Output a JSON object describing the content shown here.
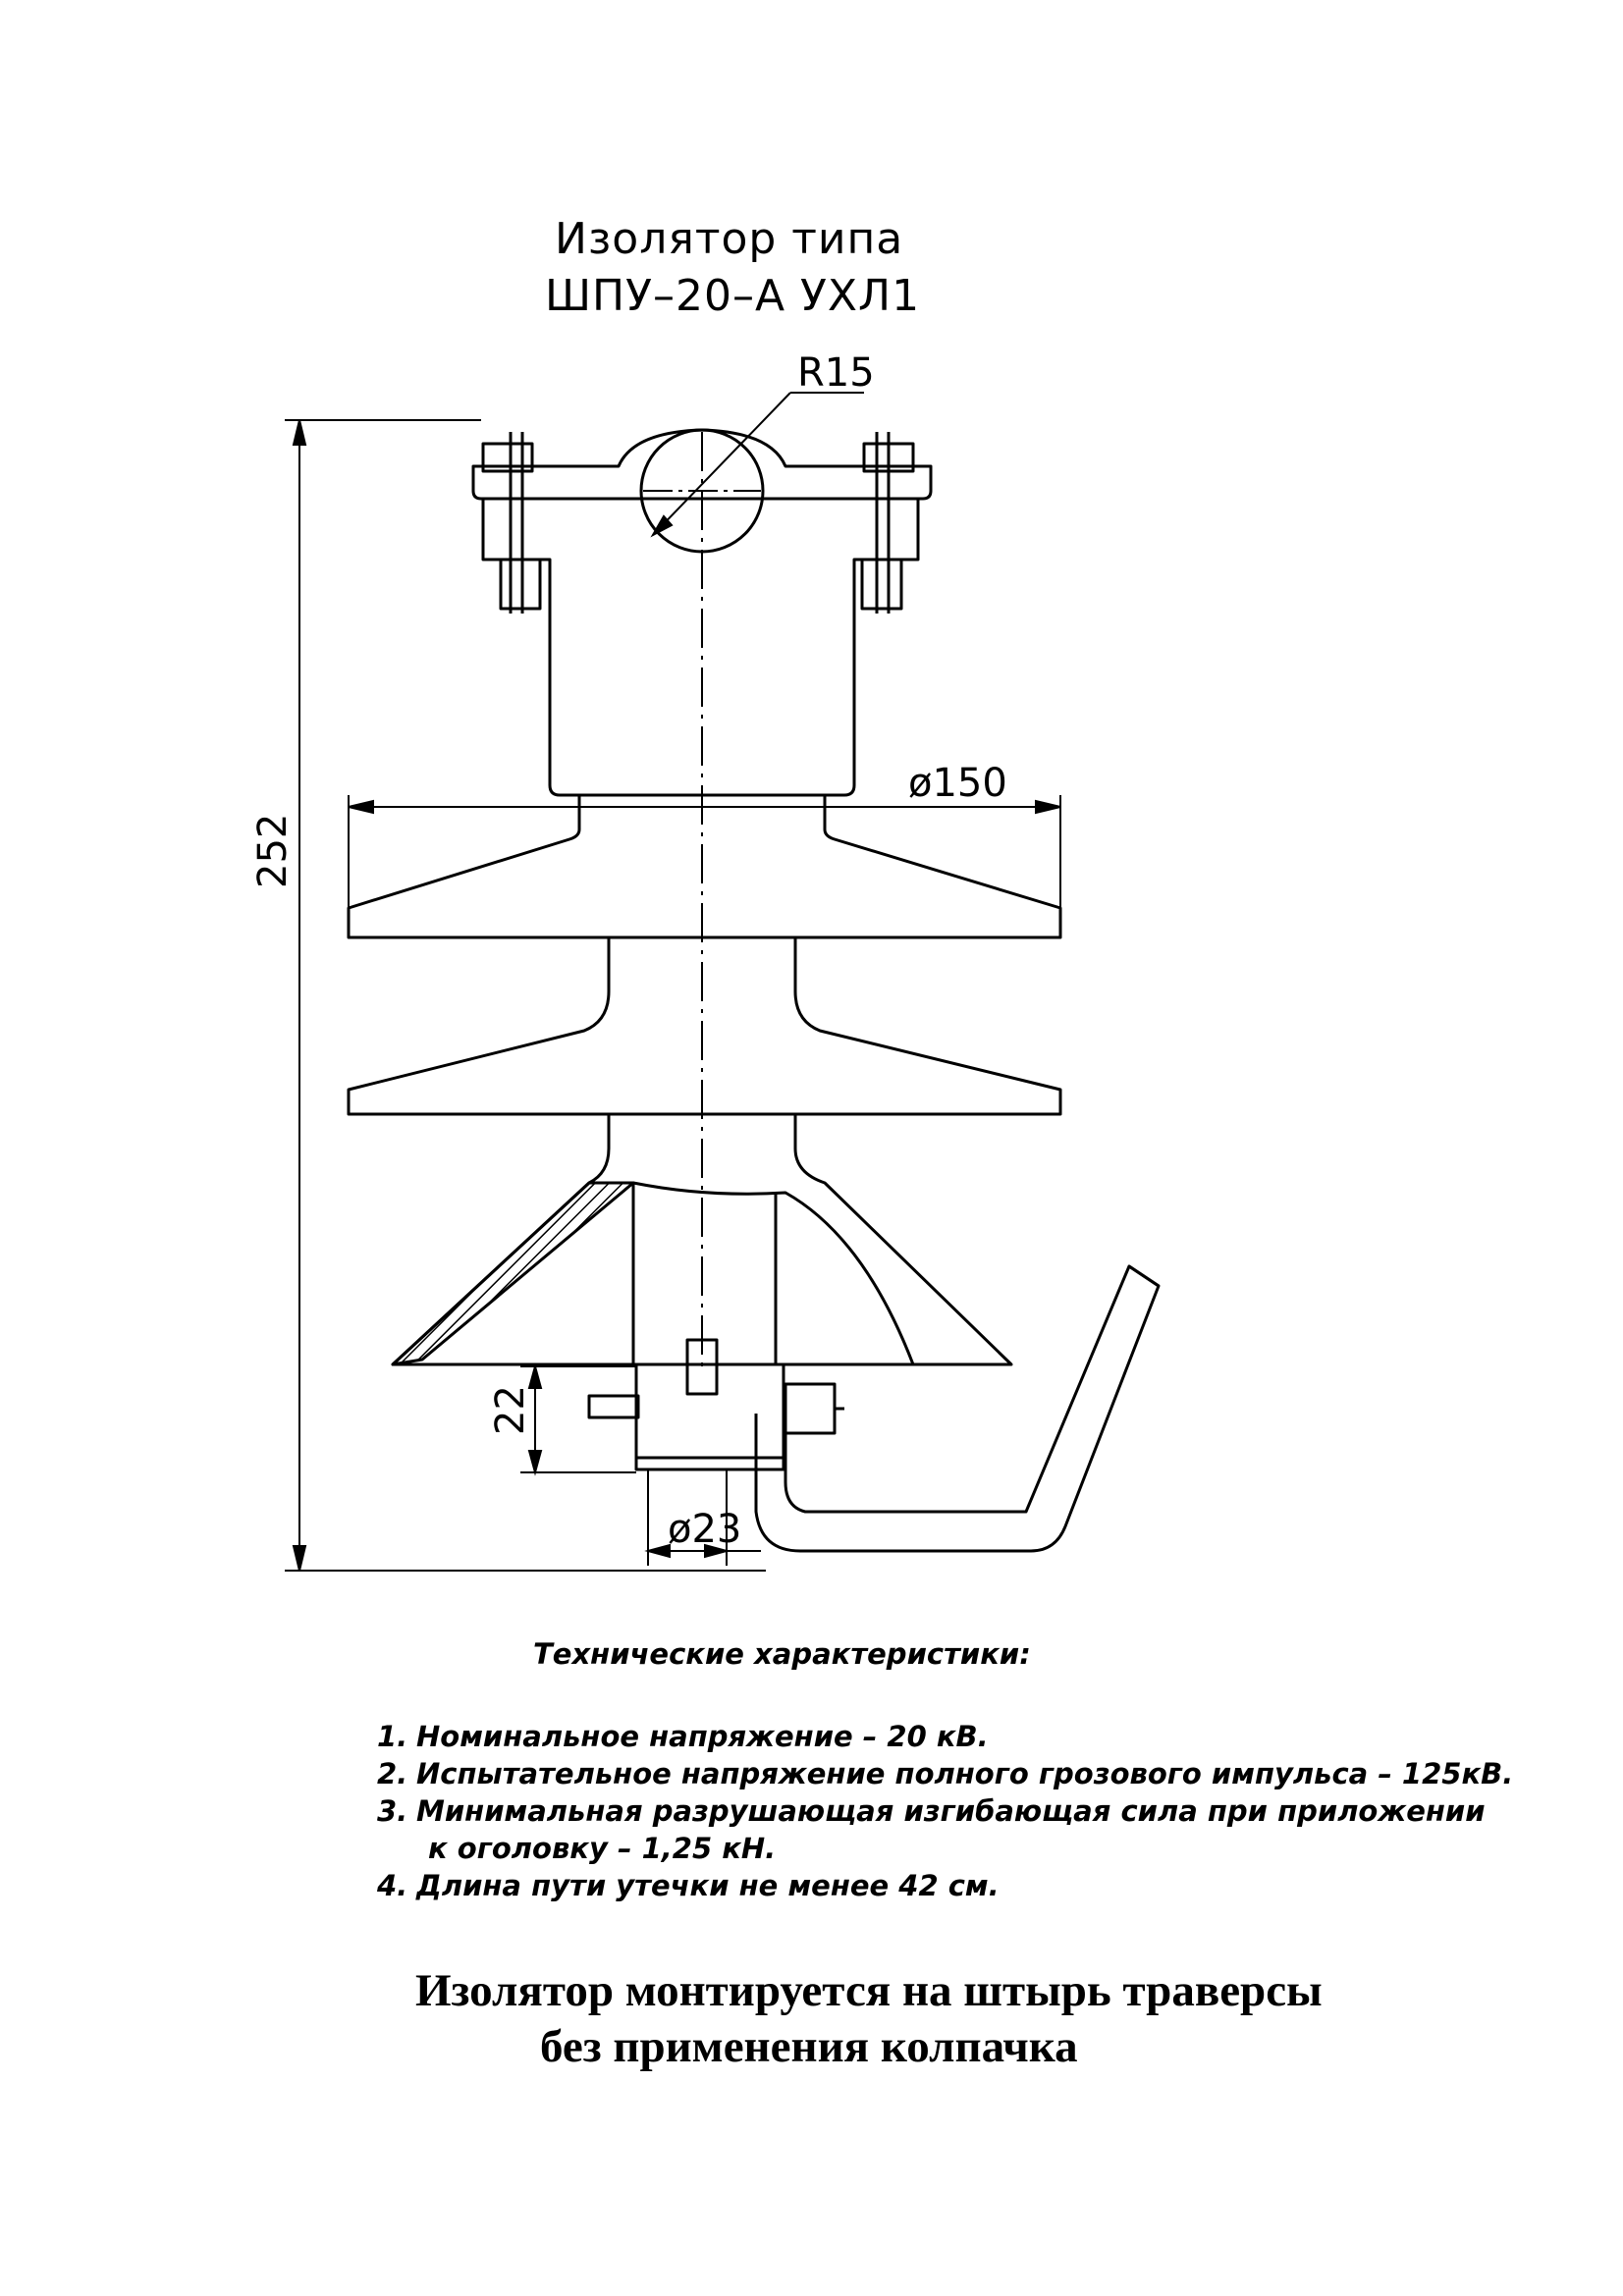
{
  "title": {
    "line1": "Изолятор типа",
    "line2": "ШПУ–20–А  УХЛ1"
  },
  "dimensions": {
    "radius": "R15",
    "diameter_shed": "ø150",
    "height_total": "252",
    "clamp_height": "22",
    "clamp_diameter": "ø23"
  },
  "specs": {
    "heading": "Технические характеристики:",
    "items": [
      {
        "num": "1.",
        "text": "Номинальное напряжение – 20 кВ."
      },
      {
        "num": "2.",
        "text": "Испытательное напряжение полного грозового импульса – 125кВ."
      },
      {
        "num": "3.",
        "text": "Минимальная разрушающая изгибающая сила при приложении"
      },
      {
        "num": "",
        "text": "к оголовку – 1,25 кН."
      },
      {
        "num": "4.",
        "text": "Длина пути утечки не менее 42 см."
      }
    ]
  },
  "note": {
    "line1": "Изолятор монтируется на штырь траверсы",
    "line2": "без применения колпачка"
  }
}
